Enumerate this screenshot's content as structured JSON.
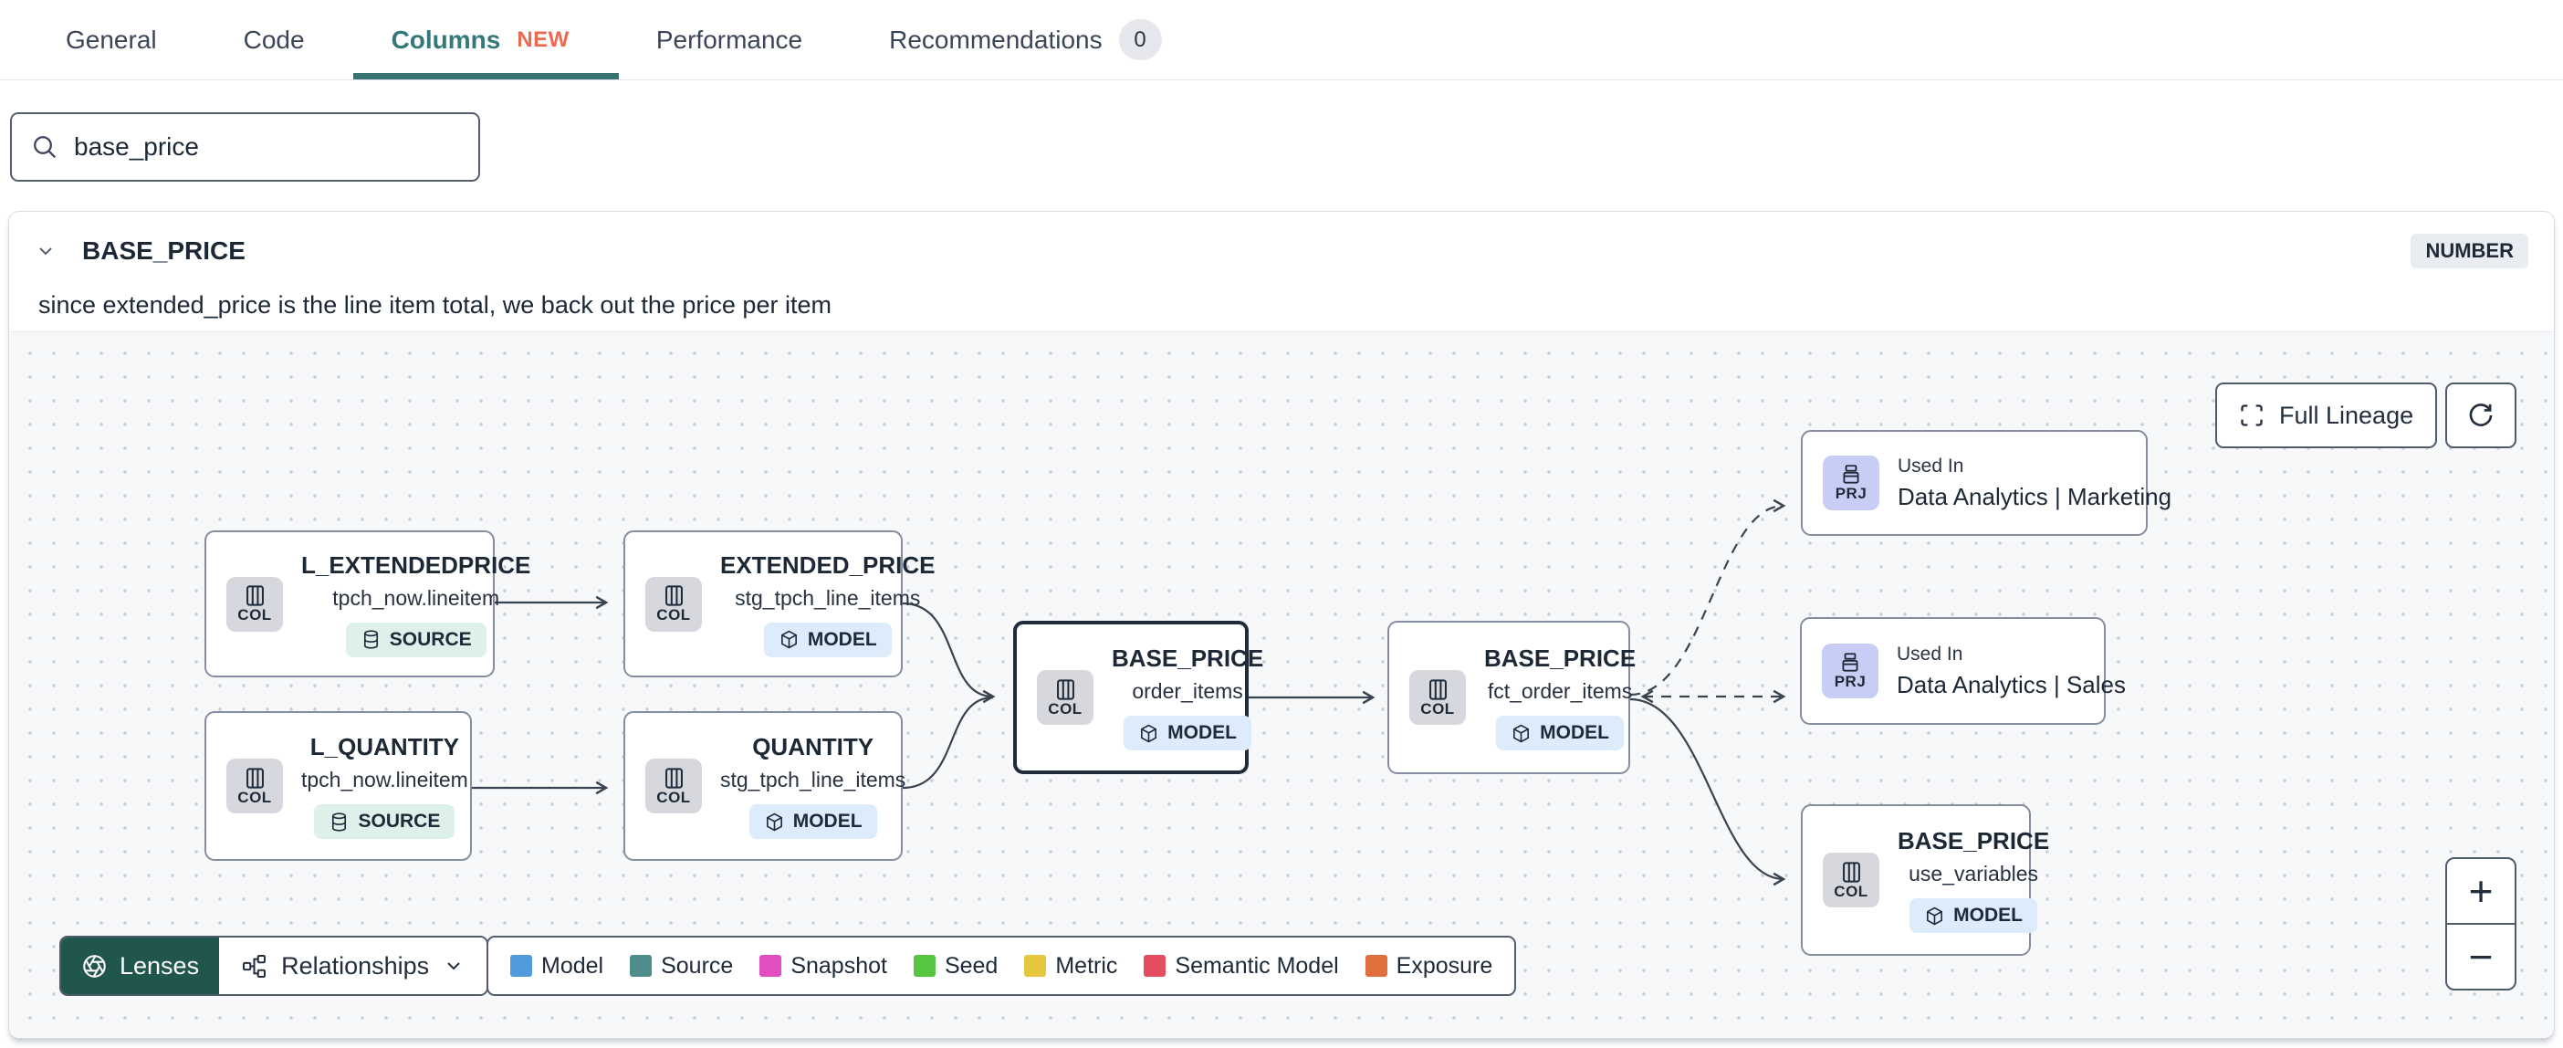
{
  "tabs": {
    "items": [
      {
        "label": "General"
      },
      {
        "label": "Code"
      },
      {
        "label": "Columns",
        "badge": "NEW"
      },
      {
        "label": "Performance"
      },
      {
        "label": "Recommendations",
        "count": "0"
      }
    ]
  },
  "search": {
    "value": "base_price"
  },
  "column": {
    "name": "BASE_PRICE",
    "data_type": "NUMBER",
    "description": "since extended_price is the line item total, we back out the price per item"
  },
  "lineage": {
    "controls": {
      "full_lineage": "Full Lineage",
      "zoom_in": "+",
      "zoom_out": "−"
    },
    "lenses": {
      "label": "Lenses",
      "relationships": "Relationships"
    },
    "legend": {
      "items": [
        {
          "label": "Model",
          "color": "#4f9bdc"
        },
        {
          "label": "Source",
          "color": "#4f8d8b"
        },
        {
          "label": "Snapshot",
          "color": "#e04ec0"
        },
        {
          "label": "Seed",
          "color": "#55c542"
        },
        {
          "label": "Metric",
          "color": "#e5c73f"
        },
        {
          "label": "Semantic Model",
          "color": "#e44d5f"
        },
        {
          "label": "Exposure",
          "color": "#df713e"
        }
      ]
    },
    "nodes": [
      {
        "kind": "COL",
        "title": "L_EXTENDEDPRICE",
        "subtitle": "tpch_now.lineitem",
        "badge": "SOURCE"
      },
      {
        "kind": "COL",
        "title": "EXTENDED_PRICE",
        "subtitle": "stg_tpch_line_items",
        "badge": "MODEL"
      },
      {
        "kind": "COL",
        "title": "L_QUANTITY",
        "subtitle": "tpch_now.lineitem",
        "badge": "SOURCE"
      },
      {
        "kind": "COL",
        "title": "QUANTITY",
        "subtitle": "stg_tpch_line_items",
        "badge": "MODEL"
      },
      {
        "kind": "COL",
        "title": "BASE_PRICE",
        "subtitle": "order_items",
        "badge": "MODEL"
      },
      {
        "kind": "COL",
        "title": "BASE_PRICE",
        "subtitle": "fct_order_items",
        "badge": "MODEL"
      },
      {
        "kind": "PRJ",
        "pretitle": "Used In",
        "title": "Data Analytics | Marketing"
      },
      {
        "kind": "PRJ",
        "pretitle": "Used In",
        "title": "Data Analytics | Sales"
      },
      {
        "kind": "COL",
        "title": "BASE_PRICE",
        "subtitle": "use_variables",
        "badge": "MODEL"
      }
    ]
  }
}
